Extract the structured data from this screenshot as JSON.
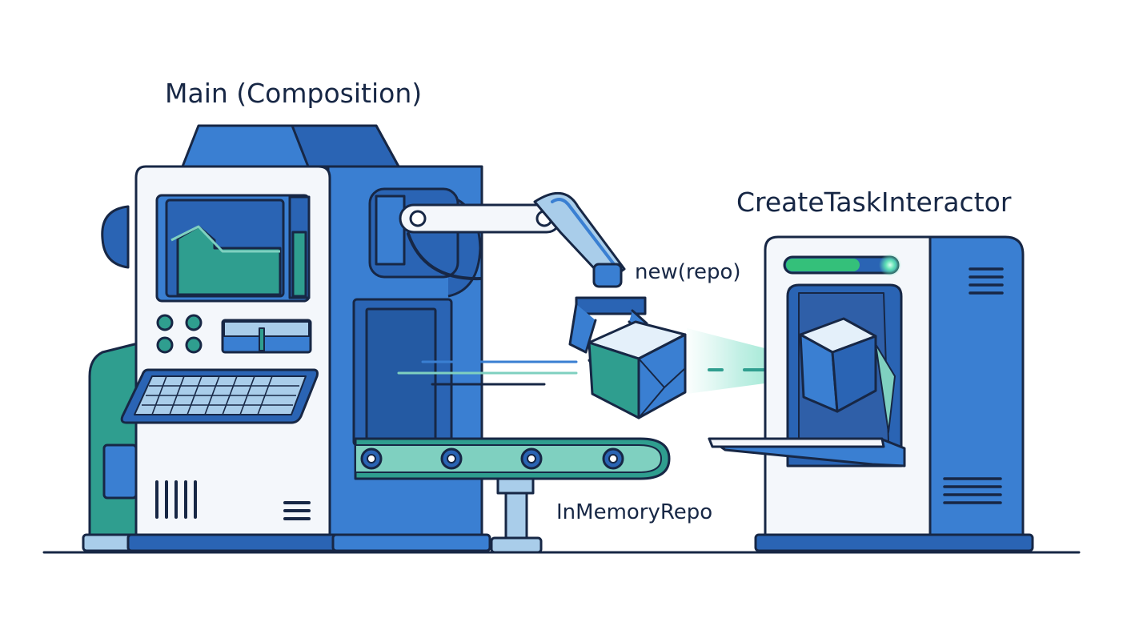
{
  "labels": {
    "composition": "Main (Composition)",
    "interactor": "CreateTaskInteractor",
    "call": "new(repo)",
    "repo": "InMemoryRepo"
  },
  "colors": {
    "outline": "#172745",
    "blue": "#3a7fd2",
    "blue_dark": "#2a64b4",
    "blue_light": "#a9cdea",
    "green": "#2f9e8f",
    "green_light": "#7fd0c0",
    "glow": "#58e0b0",
    "panel": "#f4f7fb"
  }
}
